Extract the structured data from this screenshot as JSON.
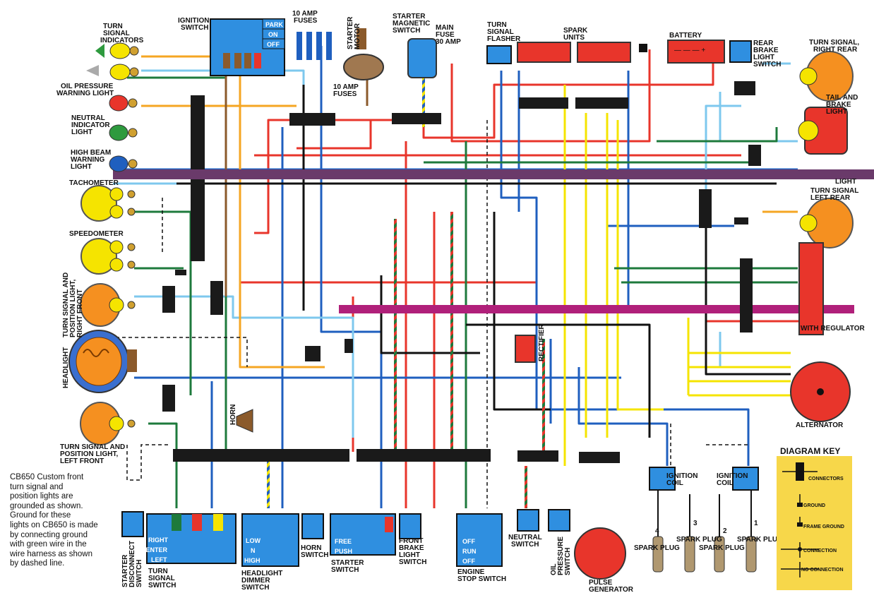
{
  "labels": {
    "turn_signal_indicators": [
      "TURN",
      "SIGNAL",
      "INDICATORS"
    ],
    "oil_pressure_warning": [
      "OIL PRESSURE",
      "WARNING LIGHT"
    ],
    "neutral_indicator": [
      "NEUTRAL",
      "INDICATOR",
      "LIGHT"
    ],
    "high_beam_warning": [
      "HIGH BEAM",
      "WARNING",
      "LIGHT"
    ],
    "tachometer": "TACHOMETER",
    "speedometer": "SPEEDOMETER",
    "front_right": [
      "TURN SIGNAL AND",
      "POSITION LIGHT,",
      "RIGHT FRONT"
    ],
    "headlight": "HEADLIGHT",
    "front_left": [
      "TURN SIGNAL AND",
      "POSITION LIGHT,",
      "LEFT FRONT"
    ],
    "ignition_switch": [
      "IGNITION",
      "SWITCH"
    ],
    "fuses_top": [
      "10 AMP",
      "FUSES"
    ],
    "fuses_bottom": [
      "10 AMP",
      "FUSES"
    ],
    "starter_motor": [
      "STARTER",
      "MOTOR"
    ],
    "starter_magnetic": [
      "STARTER",
      "MAGNETIC",
      "SWITCH"
    ],
    "main_fuse": [
      "MAIN",
      "FUSE",
      "30 AMP"
    ],
    "turn_signal_flasher": [
      "TURN",
      "SIGNAL",
      "FLASHER"
    ],
    "spark_units": [
      "SPARK",
      "UNITS"
    ],
    "battery": "BATTERY",
    "rear_brake_switch": [
      "REAR",
      "BRAKE",
      "LIGHT",
      "SWITCH"
    ],
    "turn_signal_right_rear": [
      "TURN SIGNAL,",
      "RIGHT REAR"
    ],
    "tail_brake": [
      "TAIL AND",
      "BRAKE",
      "LIGHT"
    ],
    "light": "LIGHT",
    "turn_signal_left_rear": [
      "TURN SIGNAL",
      "LEFT REAR"
    ],
    "rectifier": "RECTIFIER",
    "with_regulator": "WITH REGULATOR",
    "alternator": "ALTERNATOR",
    "horn": "HORN",
    "ignition_coil": [
      "IGNITION",
      "COIL"
    ],
    "spark_plug": "SPARK PLUG",
    "plug_numbers": [
      "4",
      "3",
      "2",
      "1"
    ],
    "pulse_generator": [
      "PULSE",
      "GENERATOR"
    ],
    "oil_pressure_switch": [
      "OIL",
      "PRESSURE",
      "SWITCH"
    ],
    "neutral_switch": [
      "NEUTRAL",
      "SWITCH"
    ],
    "engine_stop_switch": [
      "ENGINE",
      "STOP SWITCH"
    ],
    "front_brake_switch": [
      "FRONT",
      "BRAKE",
      "LIGHT",
      "SWITCH"
    ],
    "starter_switch": [
      "STARTER",
      "SWITCH"
    ],
    "horn_switch": [
      "HORN",
      "SWITCH"
    ],
    "headlight_dimmer": [
      "HEADLIGHT",
      "DIMMER",
      "SWITCH"
    ],
    "turn_signal_switch": [
      "TURN",
      "SIGNAL",
      "SWITCH"
    ],
    "starter_disconnect": [
      "STARTER",
      "DISCONNECT",
      "SWITCH"
    ]
  },
  "switch_positions": {
    "ignition": [
      "PARK",
      "ON",
      "OFF"
    ],
    "turn_signal": [
      "RIGHT",
      "CENTER",
      "LEFT"
    ],
    "dimmer": [
      "LOW",
      "N",
      "HIGH"
    ],
    "starter": [
      "FREE",
      "PUSH"
    ],
    "engine_stop": [
      "OFF",
      "RUN",
      "OFF"
    ]
  },
  "note": [
    "CB650 Custom front",
    "turn signal and",
    "position lights are",
    "grounded as shown.",
    "Ground for these",
    "lights on CB650 is made",
    "by connecting ground",
    "with green wire in the",
    "wire harness as shown",
    "by dashed line."
  ],
  "key": {
    "title": "DIAGRAM KEY",
    "items": [
      "CONNECTORS",
      "GROUND",
      "FRAME GROUND",
      "CONNECTION",
      "NO CONNECTION"
    ]
  },
  "colors": {
    "red": "#e8352b",
    "blue": "#1f5fbf",
    "light_blue": "#7ec8ee",
    "yellow": "#f5e400",
    "green": "#1e7a3c",
    "orange": "#f5a623",
    "brown": "#8b5a2b",
    "black": "#111111",
    "white": "#ffffff",
    "switch_blue": "#2f8fe0",
    "key_yellow": "#f7d74a"
  }
}
